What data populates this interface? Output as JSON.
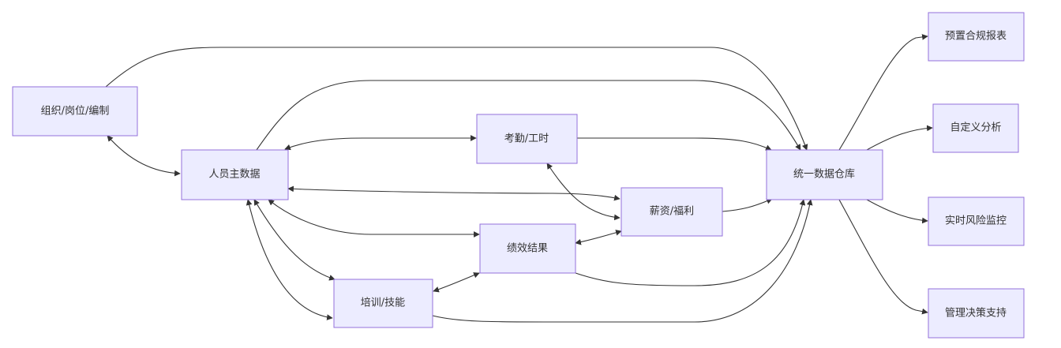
{
  "nodes": {
    "org": {
      "label": "组织/岗位/编制"
    },
    "person": {
      "label": "人员主数据"
    },
    "attendance": {
      "label": "考勤/工时"
    },
    "salary": {
      "label": "薪资/福利"
    },
    "perf": {
      "label": "绩效结果"
    },
    "training": {
      "label": "培训/技能"
    },
    "dw": {
      "label": "统一数据仓库"
    },
    "r1": {
      "label": "预置合规报表"
    },
    "r2": {
      "label": "自定义分析"
    },
    "r3": {
      "label": "实时风险监控"
    },
    "r4": {
      "label": "管理决策支持"
    }
  },
  "colors": {
    "node_fill": "#ECECFF",
    "node_stroke": "#9370DB",
    "edge": "#333333",
    "text": "#333333"
  }
}
